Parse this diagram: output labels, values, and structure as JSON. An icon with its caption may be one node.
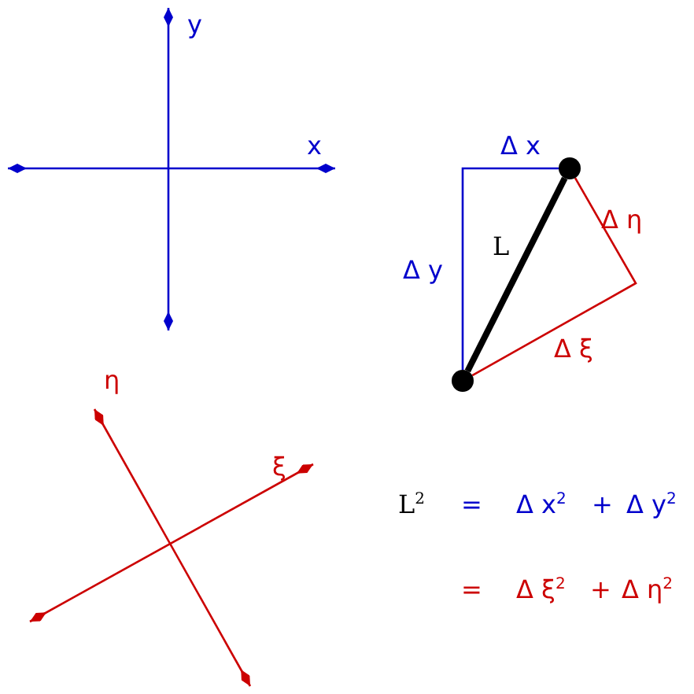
{
  "diagram": {
    "nodes": [
      {
        "text": [],
        "shape": "circle"
      },
      {
        "text": [],
        "shape": "circle"
      }
    ],
    "edges": [
      {
        "from": 0,
        "to": 1,
        "arrow": "none",
        "style": "thick",
        "label": "L"
      },
      {
        "from": 1,
        "to": 0,
        "arrow": "none",
        "color": "#0000cc"
      },
      {
        "from": 0,
        "to": 1,
        "arrow": "none",
        "color": "#cc0000"
      }
    ],
    "labels": [
      "y",
      "x",
      "Δ x",
      "Δ y",
      "Δ η",
      "Δ ξ",
      "η",
      "ξ",
      "L$^{2}$",
      "=",
      "Δ x$^{2}$",
      "+",
      "Δ y$^{2}$",
      "=",
      "Δ ξ$^{2}$",
      "+",
      "Δ η$^{2}$"
    ]
  }
}
